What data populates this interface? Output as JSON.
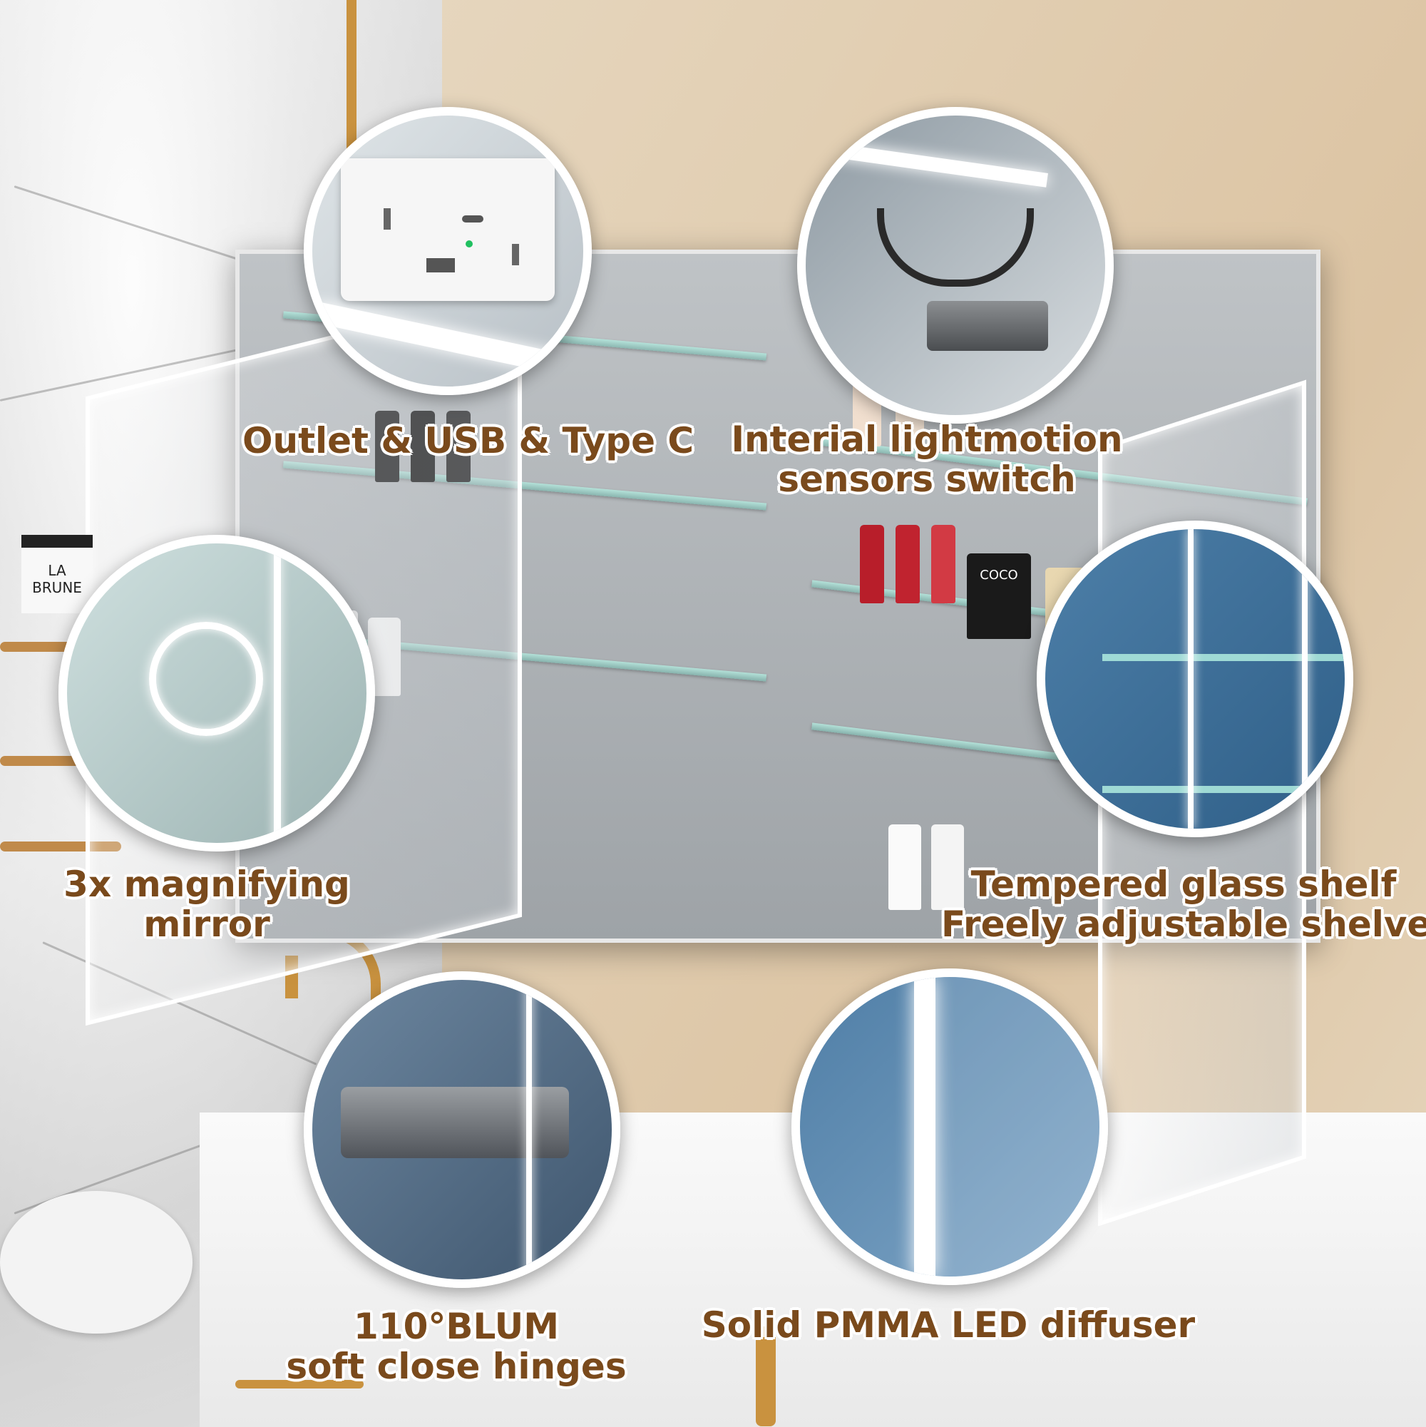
{
  "callouts": {
    "outlet": "Outlet & USB & Type C",
    "sensor_line1": "Interial lightmotion",
    "sensor_line2": "sensors switch",
    "magnify_line1": "3x magnifying",
    "magnify_line2": "mirror",
    "shelf_line1": "Tempered glass shelf",
    "shelf_line2": "Freely adjustable shelves",
    "hinge_line1": "110°BLUM",
    "hinge_line2": "soft close hinges",
    "diffuser": "Solid PMMA LED diffuser"
  },
  "product_labels": {
    "cosmetic_box": "COCO",
    "jar_label": "LA BRUNE"
  },
  "colors": {
    "callout_text": "#7a4a1c",
    "wall_beige": "#e2cfb3",
    "trim_gold": "#c9923f",
    "led_white": "#ffffff"
  }
}
